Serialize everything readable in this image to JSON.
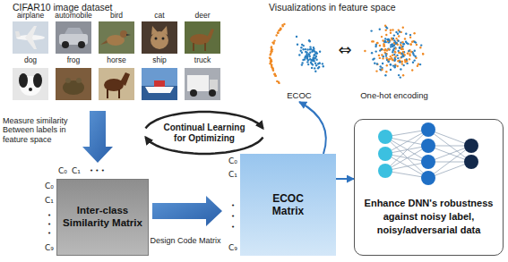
{
  "diagram": {
    "nodes": [
      {
        "text": [
          "CIFAR10 image dataset"
        ]
      },
      {
        "text": [
          "ECOC"
        ]
      },
      {
        "text": [
          "One-hot encoding"
        ]
      },
      {
        "text": [
          "Inter-class Similarity Matrix"
        ]
      },
      {
        "text": [
          "ECOC Matrix"
        ]
      },
      {
        "text": [
          "Enhance DNN's robustness against noisy label, noisy/adversarial data"
        ]
      }
    ],
    "edges": [
      {
        "from": 0,
        "to": 3,
        "arrow": "to",
        "label": "Measure similarity Between labels in feature space"
      },
      {
        "from": 3,
        "to": 4,
        "arrow": "to",
        "label": "Design Code Matrix"
      },
      {
        "from": 4,
        "to": 1,
        "arrow": "to"
      },
      {
        "from": 4,
        "to": 5,
        "arrow": "to"
      }
    ],
    "labels": [
      "Visualizations in feature space",
      "airplane",
      "automobile",
      "bird",
      "cat",
      "deer",
      "dog",
      "frog",
      "horse",
      "ship",
      "truck",
      "⇔",
      "Continual Learning for Optimizing",
      "C₀",
      "C₁",
      "• • •",
      "C₀",
      "C₁",
      "•",
      "•",
      "•",
      "C₉",
      "C₀",
      "C₁",
      "•",
      "•",
      "•",
      "C₉"
    ]
  }
}
